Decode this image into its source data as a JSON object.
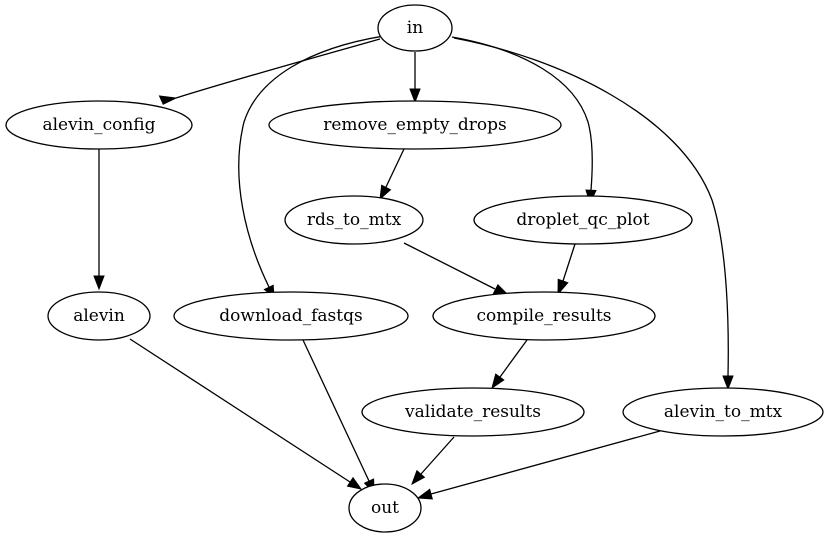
{
  "graph": {
    "nodes": [
      {
        "id": "in",
        "label": "in"
      },
      {
        "id": "alevin_config",
        "label": "alevin_config"
      },
      {
        "id": "remove_empty_drops",
        "label": "remove_empty_drops"
      },
      {
        "id": "rds_to_mtx",
        "label": "rds_to_mtx"
      },
      {
        "id": "droplet_qc_plot",
        "label": "droplet_qc_plot"
      },
      {
        "id": "alevin",
        "label": "alevin"
      },
      {
        "id": "download_fastqs",
        "label": "download_fastqs"
      },
      {
        "id": "compile_results",
        "label": "compile_results"
      },
      {
        "id": "validate_results",
        "label": "validate_results"
      },
      {
        "id": "alevin_to_mtx",
        "label": "alevin_to_mtx"
      },
      {
        "id": "out",
        "label": "out"
      }
    ],
    "edges": [
      {
        "from": "in",
        "to": "alevin_config"
      },
      {
        "from": "in",
        "to": "download_fastqs"
      },
      {
        "from": "in",
        "to": "remove_empty_drops"
      },
      {
        "from": "in",
        "to": "droplet_qc_plot"
      },
      {
        "from": "in",
        "to": "alevin_to_mtx"
      },
      {
        "from": "alevin_config",
        "to": "alevin"
      },
      {
        "from": "remove_empty_drops",
        "to": "rds_to_mtx"
      },
      {
        "from": "rds_to_mtx",
        "to": "compile_results"
      },
      {
        "from": "droplet_qc_plot",
        "to": "compile_results"
      },
      {
        "from": "compile_results",
        "to": "validate_results"
      },
      {
        "from": "alevin",
        "to": "out"
      },
      {
        "from": "download_fastqs",
        "to": "out"
      },
      {
        "from": "validate_results",
        "to": "out"
      },
      {
        "from": "alevin_to_mtx",
        "to": "out"
      }
    ]
  }
}
